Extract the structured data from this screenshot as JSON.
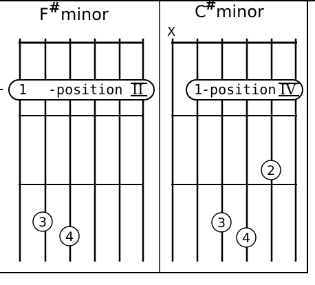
{
  "diagrams": [
    {
      "root": "F",
      "accidental": "#",
      "quality": "minor",
      "barre_finger": "1",
      "barre_label": "-position",
      "position_roman": "II",
      "muted_string_marker": "",
      "fingers": [
        {
          "finger": "3",
          "string": 2,
          "fret": 4
        },
        {
          "finger": "4",
          "string": 3,
          "fret": 4
        }
      ]
    },
    {
      "root": "C",
      "accidental": "#",
      "quality": "minor",
      "barre_finger": "1",
      "barre_label": "-position",
      "position_roman": "IV",
      "muted_string_marker": "X",
      "fingers": [
        {
          "finger": "2",
          "string": 5,
          "fret": 3
        },
        {
          "finger": "3",
          "string": 3,
          "fret": 4
        },
        {
          "finger": "4",
          "string": 4,
          "fret": 4
        }
      ]
    }
  ],
  "colors": {
    "ink": "#000000",
    "background": "#ffffff"
  }
}
